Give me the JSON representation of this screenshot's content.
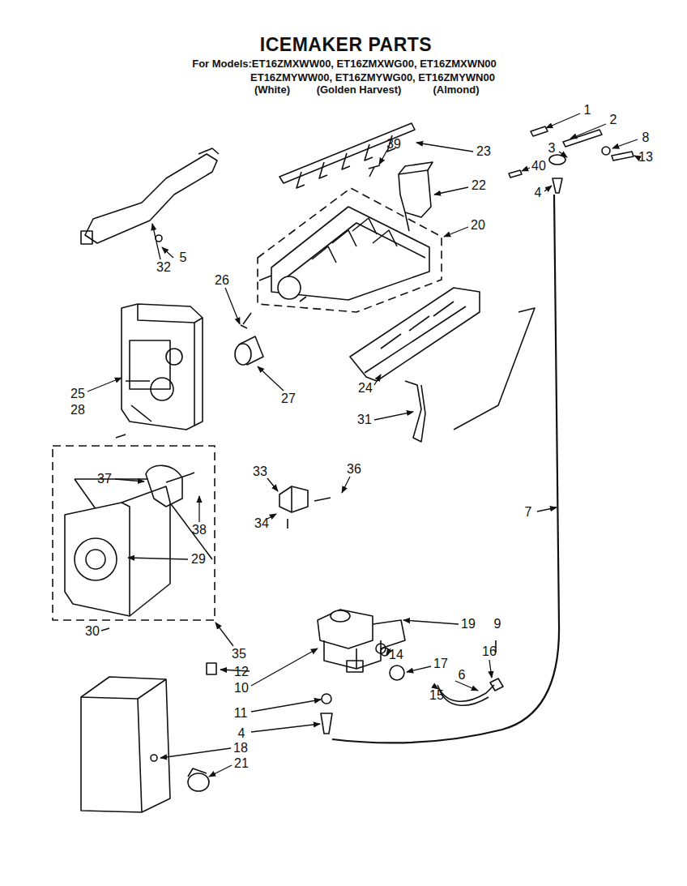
{
  "diagram": {
    "title": "ICEMAKER PARTS",
    "labels": [
      "For Models:ET16ZMXWW00, ET16ZMXWG00, ET16ZMXWN00",
      "ET16ZMYWW00, ET16ZMYWG00, ET16ZMYWN00",
      "(White)",
      "(Golden Harvest)",
      "(Almond)",
      "1",
      "2",
      "8",
      "13",
      "3",
      "40",
      "4",
      "23",
      "39",
      "22",
      "20",
      "32",
      "5",
      "26",
      "27",
      "25",
      "28",
      "24",
      "31",
      "37",
      "38",
      "29",
      "30",
      "35",
      "33",
      "36",
      "34",
      "7",
      "19",
      "14",
      "17",
      "16",
      "9",
      "6",
      "15",
      "12",
      "10",
      "11",
      "4",
      "18",
      "21"
    ]
  }
}
